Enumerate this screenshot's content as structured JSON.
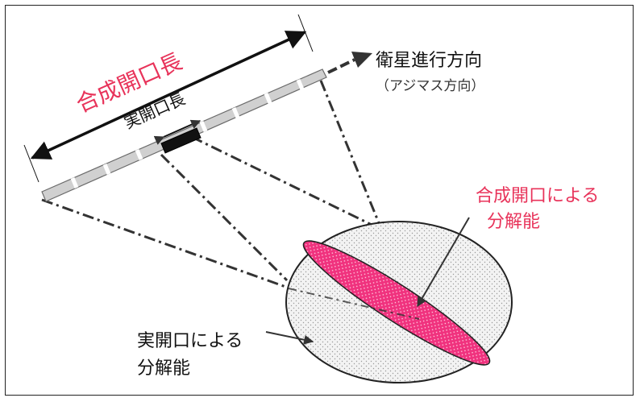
{
  "labels": {
    "synthetic_aperture_length": "合成開口長",
    "real_aperture_length": "実開口長",
    "satellite_direction": "衛星進行方向",
    "azimuth_direction": "（アジマス方向）",
    "synthetic_resolution_line1": "合成開口による",
    "synthetic_resolution_line2": "分解能",
    "real_resolution_line1": "実開口による",
    "real_resolution_line2": "分解能"
  },
  "colors": {
    "accent_red": "#e8335a",
    "ink": "#222222",
    "gray_bar": "#c8c8c8",
    "ellipse_fill": "#f2f2f2",
    "pink_fill": "#f0327e"
  }
}
